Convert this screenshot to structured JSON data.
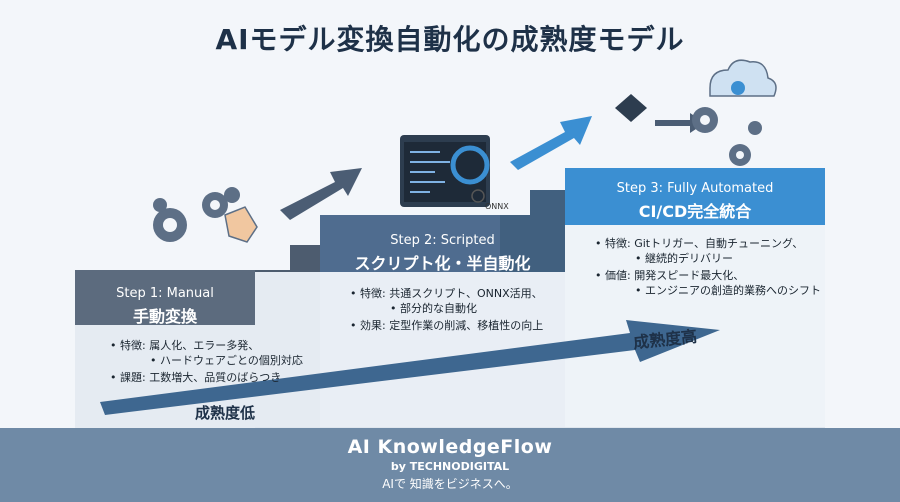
{
  "title": "AIモデル変換自動化の成熟度モデル",
  "steps": [
    {
      "label": "Step 1: Manual",
      "jp": "手動変換",
      "bullets": [
        "特徴: 属人化、エラー多発、",
        "ハードウェアごとの個別対応",
        "課題: 工数増大、品質のばらつき"
      ]
    },
    {
      "label": "Step 2: Scripted",
      "jp": "スクリプト化・半自動化",
      "bullets": [
        "特徴: 共通スクリプト、ONNX活用、",
        "部分的な自動化",
        "効果: 定型作業の削減、移植性の向上"
      ]
    },
    {
      "label": "Step 3: Fully Automated",
      "jp": "CI/CD完全統合",
      "bullets": [
        "特徴: Gitトリガー、自動チューニング、",
        "継続的デリバリー",
        "価値: 開発スピード最大化、",
        "エンジニアの創造的業務へのシフト"
      ]
    }
  ],
  "onnx_label": "ONNX",
  "arrow": {
    "low": "成熟度低",
    "high": "成熟度高"
  },
  "footer": {
    "brand": "AI KnowledgeFlow",
    "by": "by TECHNODIGITAL",
    "tagline": "AIで 知識をビジネスへ。"
  }
}
